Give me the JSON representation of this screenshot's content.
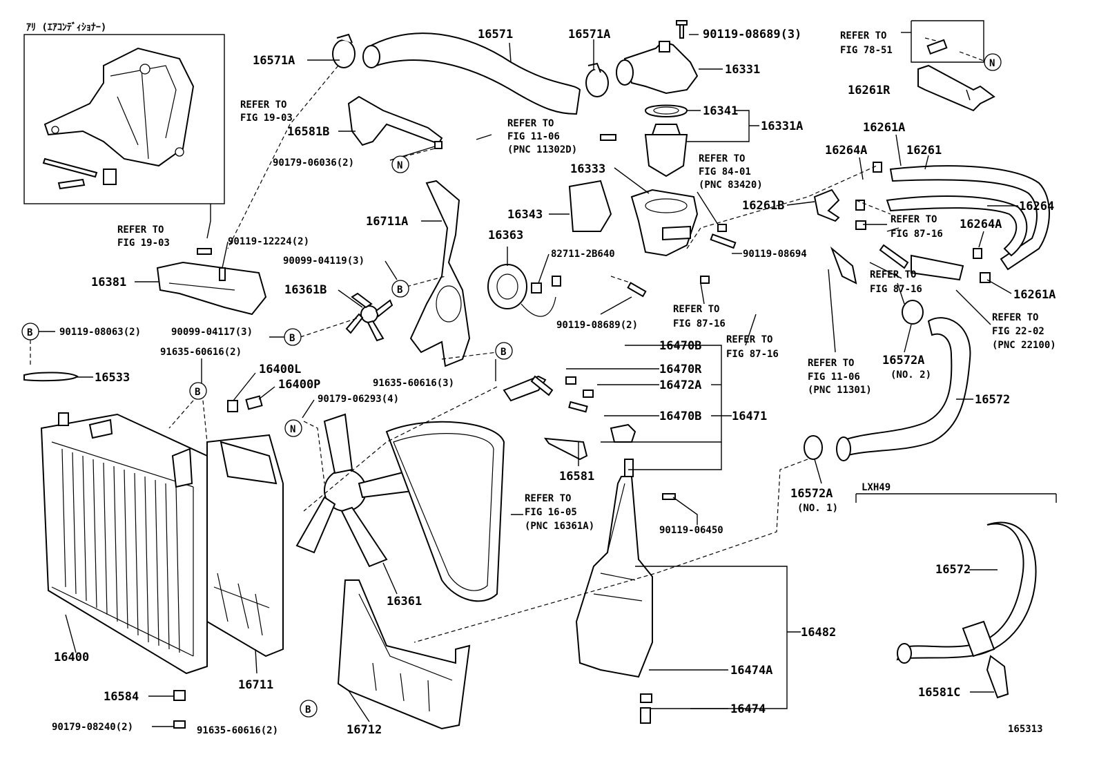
{
  "diagram": {
    "figure_id": "165313",
    "inset_note": "ｱﾘ (ｴｱｺﾝﾃﾞｨｼｮﾅｰ)",
    "variant_label": "LXH49",
    "part_labels": {
      "p16571": "16571",
      "p16571A_left": "16571A",
      "p16571A_right": "16571A",
      "p90119_08689_3": "90119-08689(3)",
      "p16331": "16331",
      "p16341": "16341",
      "p16331A": "16331A",
      "p16333": "16333",
      "p16343": "16343",
      "p16363": "16363",
      "p82711_2B640": "82711-2B640",
      "p16711A": "16711A",
      "p90099_04119": "90099-04119(3)",
      "p16361B": "16361B",
      "p16581B": "16581B",
      "p90179_06036": "90179-06036(2)",
      "p90119_12224": "90119-12224(2)",
      "p16381": "16381",
      "p90119_08063": "90119-08063(2)",
      "p90099_04117": "90099-04117(3)",
      "p16533": "16533",
      "p91635_60616_2a": "91635-60616(2)",
      "p16400L": "16400L",
      "p16400P": "16400P",
      "p90179_06293": "90179-06293(4)",
      "p91635_60616_3": "91635-60616(3)",
      "p16470B_top": "16470B",
      "p16470R": "16470R",
      "p16472A": "16472A",
      "p16470B_bot": "16470B",
      "p16471": "16471",
      "p16581": "16581",
      "p90119_06450": "90119-06450",
      "p16361": "16361",
      "p16400": "16400",
      "p16711": "16711",
      "p16584": "16584",
      "p90179_08240": "90179-08240(2)",
      "p91635_60616_2b": "91635-60616(2)",
      "p16712": "16712",
      "p16482": "16482",
      "p16474A": "16474A",
      "p16474": "16474",
      "p16261R": "16261R",
      "p16261A_top": "16261A",
      "p16264A_top": "16264A",
      "p16261": "16261",
      "p16261B": "16261B",
      "p16264": "16264",
      "p16264A_right": "16264A",
      "p16261A_right": "16261A",
      "p90119_08694": "90119-08694",
      "p90119_08689_2": "90119-08689(2)",
      "p16572A_no2": "16572A",
      "p16572A_no2_sub": "(NO. 2)",
      "p16572": "16572",
      "p16572A_no1": "16572A",
      "p16572A_no1_sub": "(NO. 1)",
      "p16572_lxh": "16572",
      "p16581C": "16581C"
    },
    "refer_notes": {
      "r19_03_a_1": "REFER TO",
      "r19_03_a_2": "FIG 19-03",
      "r19_03_b_1": "REFER TO",
      "r19_03_b_2": "FIG 19-03",
      "r11_06_a_1": "REFER TO",
      "r11_06_a_2": "FIG 11-06",
      "r11_06_a_3": "(PNC 11302D)",
      "r84_01_1": "REFER TO",
      "r84_01_2": "FIG 84-01",
      "r84_01_3": "(PNC 83420)",
      "r78_51_1": "REFER TO",
      "r78_51_2": "FIG 78-51",
      "r87_16_a_1": "REFER TO",
      "r87_16_a_2": "FIG 87-16",
      "r87_16_b_1": "REFER TO",
      "r87_16_b_2": "FIG 87-16",
      "r87_16_c_1": "REFER TO",
      "r87_16_c_2": "FIG 87-16",
      "r87_16_d_1": "REFER TO",
      "r87_16_d_2": "FIG 87-16",
      "r22_02_1": "REFER TO",
      "r22_02_2": "FIG 22-02",
      "r22_02_3": "(PNC 22100)",
      "r11_06_b_1": "REFER TO",
      "r11_06_b_2": "FIG 11-06",
      "r11_06_b_3": "(PNC 11301)",
      "r16_05_1": "REFER TO",
      "r16_05_2": "FIG 16-05",
      "r16_05_3": "(PNC 16361A)"
    },
    "callout_letters": {
      "n": "N",
      "b": "B"
    }
  }
}
